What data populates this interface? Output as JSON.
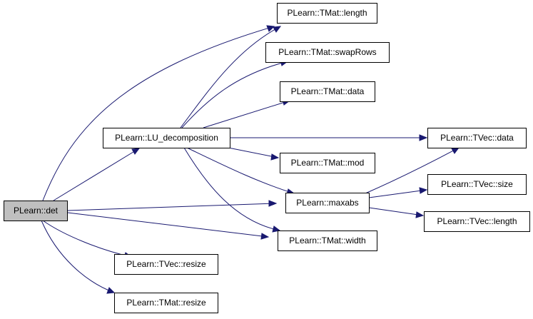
{
  "graph": {
    "edge_color": "#191970",
    "root_fill": "#bfbfbf",
    "nodes": {
      "det": "PLearn::det",
      "lu": "PLearn::LU_decomposition",
      "tmat_length": "PLearn::TMat::length",
      "tmat_swaprows": "PLearn::TMat::swapRows",
      "tmat_data": "PLearn::TMat::data",
      "tmat_mod": "PLearn::TMat::mod",
      "maxabs": "PLearn::maxabs",
      "tmat_width": "PLearn::TMat::width",
      "tvec_data": "PLearn::TVec::data",
      "tvec_size": "PLearn::TVec::size",
      "tvec_length": "PLearn::TVec::length",
      "tvec_resize": "PLearn::TVec::resize",
      "tmat_resize": "PLearn::TMat::resize"
    }
  }
}
